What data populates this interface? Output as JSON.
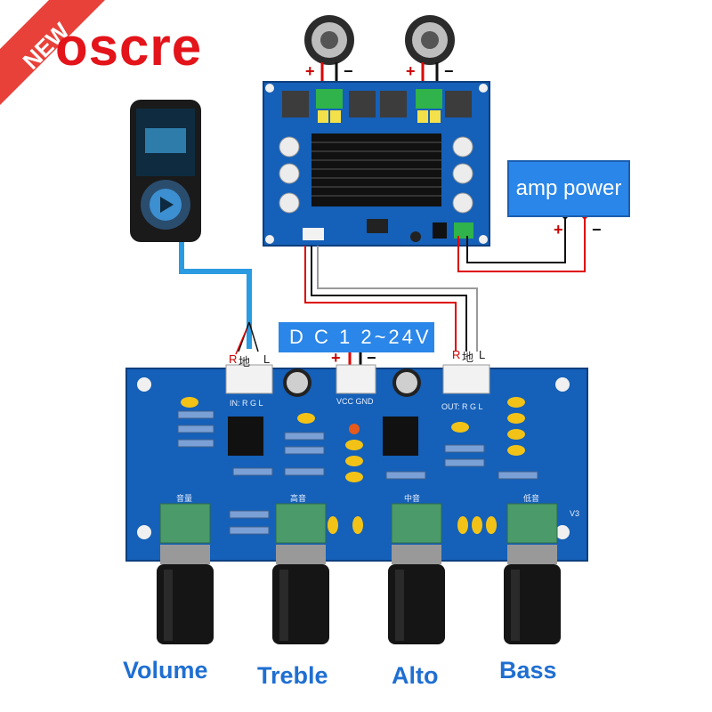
{
  "badge": {
    "text": "NEW"
  },
  "brand": {
    "text": "oscre"
  },
  "amp_power": {
    "label": "amp power",
    "plus": "+",
    "minus": "−"
  },
  "dc_input": {
    "label": "D C 1 2~24V",
    "plus": "+",
    "minus": "−"
  },
  "speakers": [
    {
      "plus": "+",
      "minus": "−"
    },
    {
      "plus": "+",
      "minus": "−"
    }
  ],
  "input_connector": {
    "r": "R",
    "gnd": "地",
    "l": "L"
  },
  "output_connector": {
    "r": "R",
    "gnd": "地",
    "l": "L"
  },
  "pcb_labels": {
    "in": "IN: R  G  L",
    "vcc": "VCC GND",
    "out": "OUT: R  G  L",
    "version": "V3"
  },
  "pot_labels": {
    "volume": "音量",
    "treble": "高音",
    "alto": "中音",
    "bass": "低音"
  },
  "knobs": {
    "volume": "Volume",
    "treble": "Treble",
    "alto": "Alto",
    "bass": "Bass"
  },
  "colors": {
    "brand": "#e3141a",
    "pcb": "#1560b8",
    "label_blue": "#1f6fd2",
    "box_blue": "#2a86e8"
  }
}
